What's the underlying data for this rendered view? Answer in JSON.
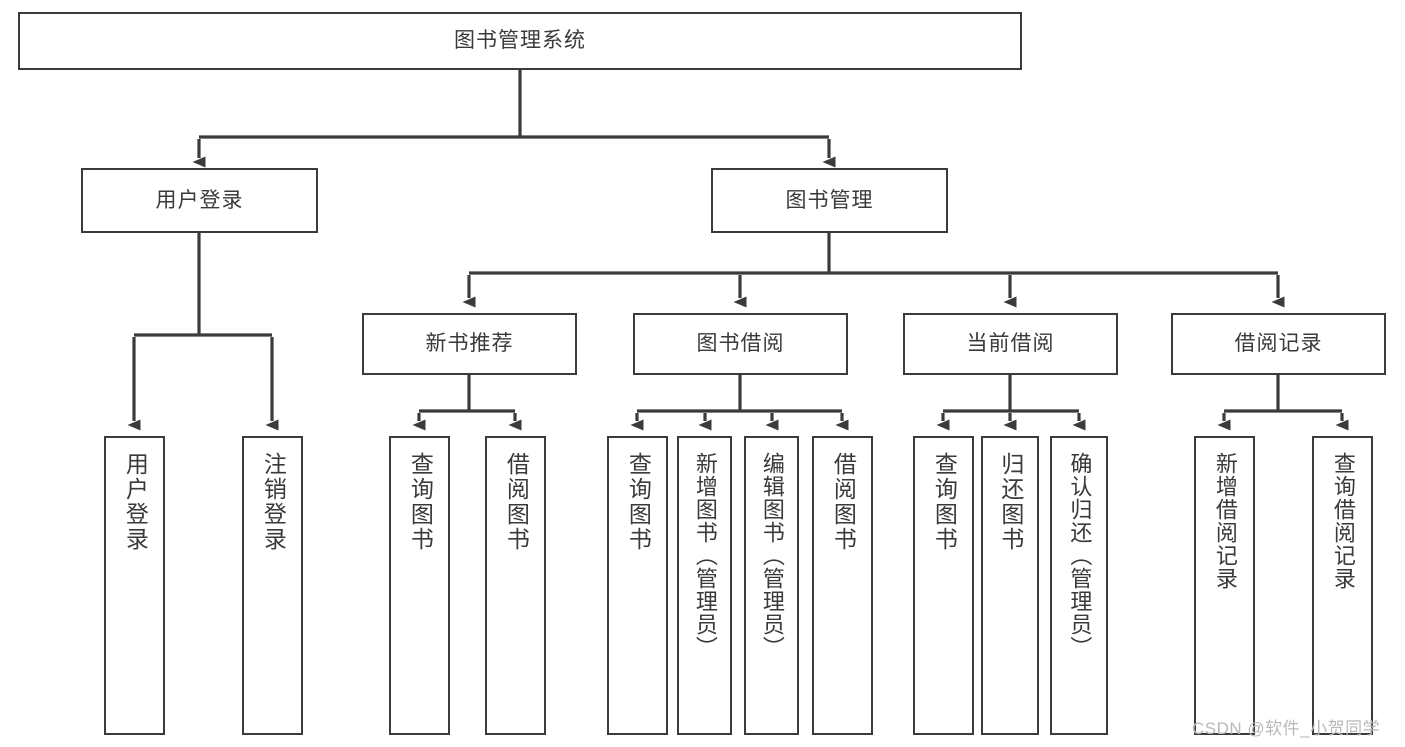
{
  "diagram": {
    "title": "图书管理系统",
    "type": "tree-hierarchy-chart",
    "stroke_color": "#3b3b3b",
    "text_color": "#3a3a3a",
    "background_color": "#ffffff",
    "root": {
      "label": "图书管理系统"
    },
    "level1": [
      {
        "label": "用户登录"
      },
      {
        "label": "图书管理"
      }
    ],
    "level2": [
      {
        "label": "新书推荐"
      },
      {
        "label": "图书借阅"
      },
      {
        "label": "当前借阅"
      },
      {
        "label": "借阅记录"
      }
    ],
    "leaves": {
      "user_login": [
        {
          "label": "用户登录"
        },
        {
          "label": "注销登录"
        }
      ],
      "new_book_recommend": [
        {
          "label": "查询图书"
        },
        {
          "label": "借阅图书"
        }
      ],
      "book_borrow": [
        {
          "label": "查询图书"
        },
        {
          "label": "新增图书（管理员）"
        },
        {
          "label": "编辑图书（管理员）"
        },
        {
          "label": "借阅图书"
        }
      ],
      "current_borrow": [
        {
          "label": "查询图书"
        },
        {
          "label": "归还图书"
        },
        {
          "label": "确认归还（管理员）"
        }
      ],
      "borrow_record": [
        {
          "label": "新增借阅记录"
        },
        {
          "label": "查询借阅记录"
        }
      ]
    }
  },
  "watermark": {
    "text": "CSDN @软件_小贺同学"
  }
}
